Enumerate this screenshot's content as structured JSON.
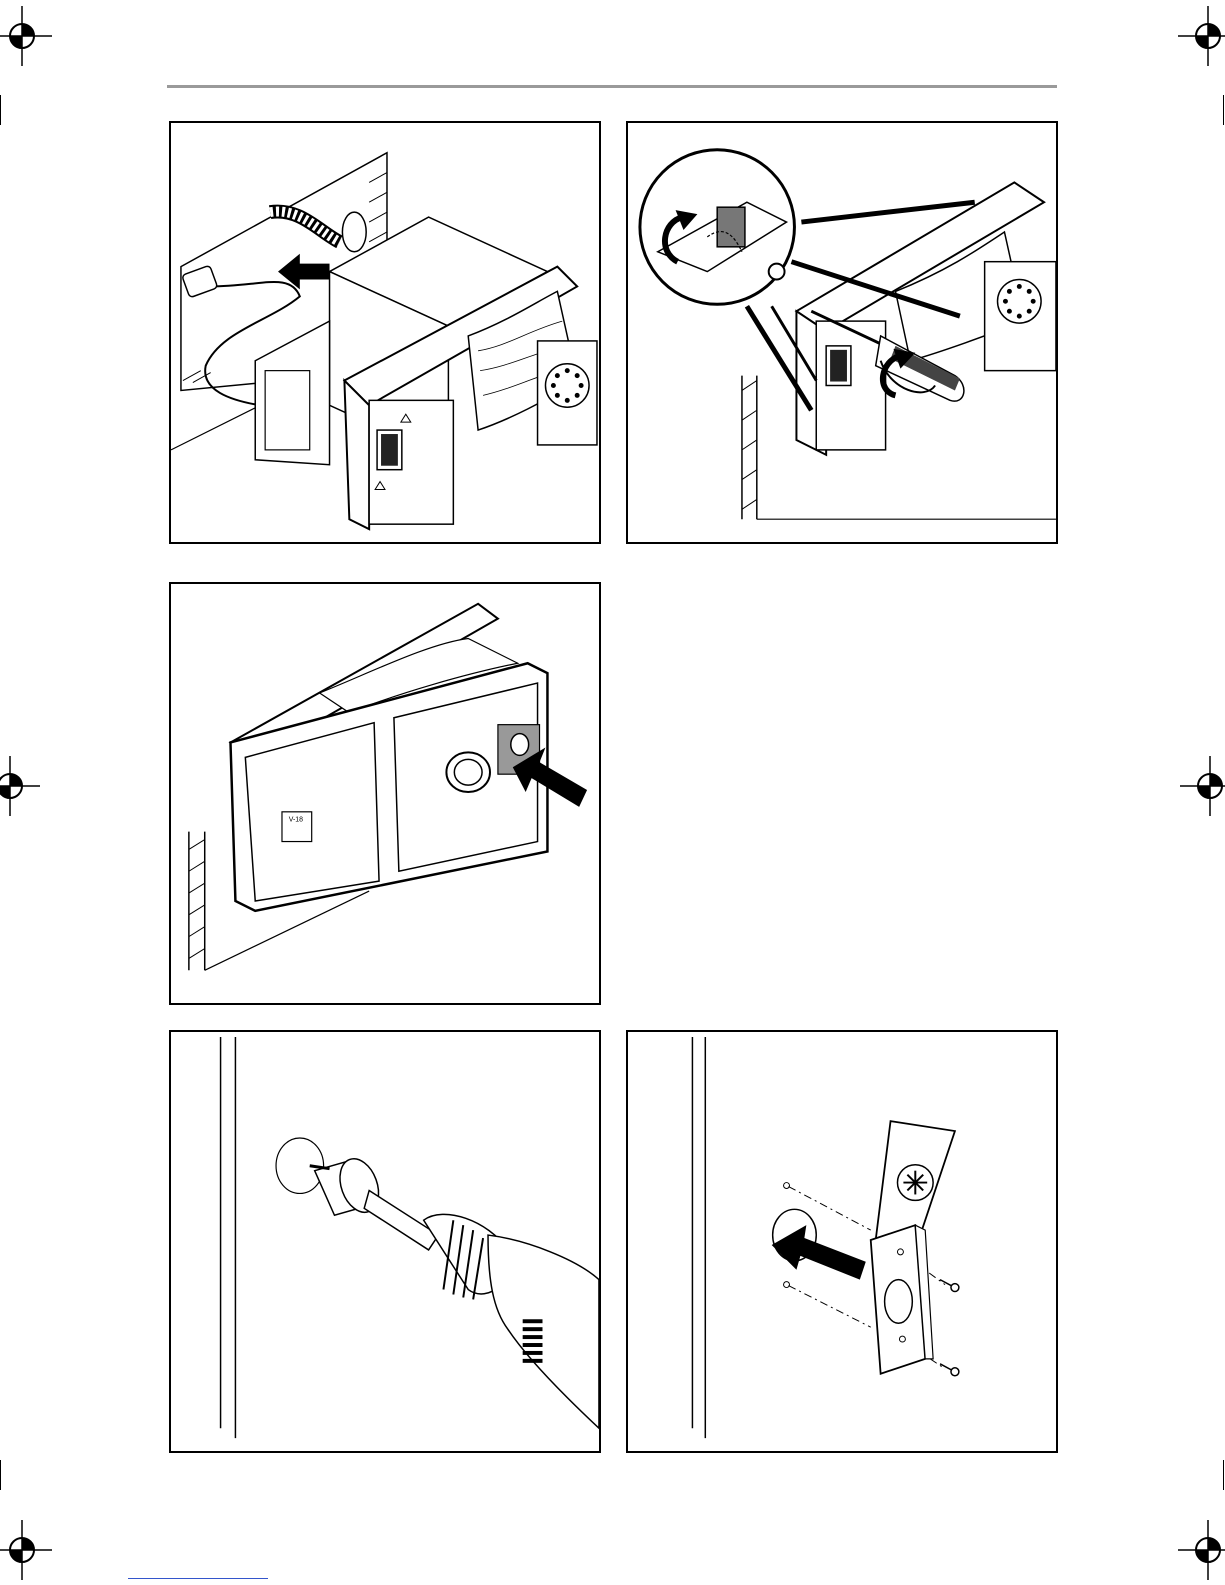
{
  "figures": [
    {
      "name": "figure-insert-fan-unit"
    },
    {
      "name": "figure-fasten-clip-screwdriver"
    },
    {
      "name": "figure-press-front-cover"
    },
    {
      "name": "figure-drill-wall-hole"
    },
    {
      "name": "figure-mount-bracket"
    }
  ],
  "label_text": "V-18"
}
